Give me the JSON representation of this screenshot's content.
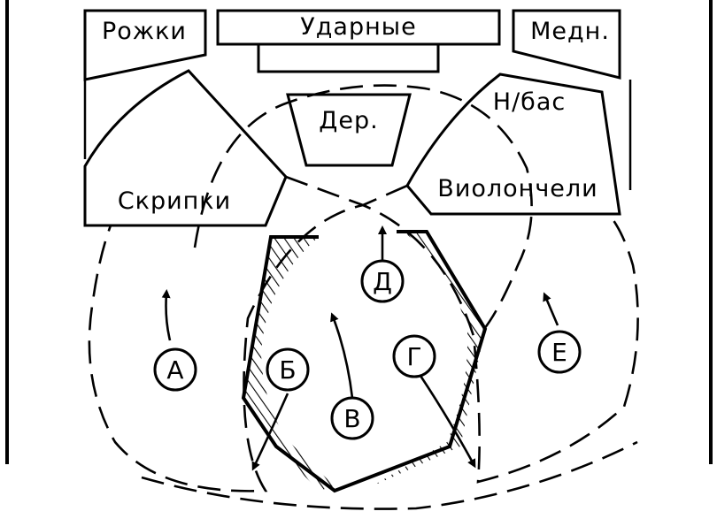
{
  "sections": {
    "horns": "Рожки",
    "percussion": "Ударные",
    "brass": "Медн.",
    "woodwinds": "Дер.",
    "double_bass": "Н/бас",
    "violins": "Скрипки",
    "cellos": "Виолончели"
  },
  "zones": {
    "a": "А",
    "b": "Б",
    "v": "В",
    "g": "Г",
    "d": "Д",
    "e": "Е"
  }
}
